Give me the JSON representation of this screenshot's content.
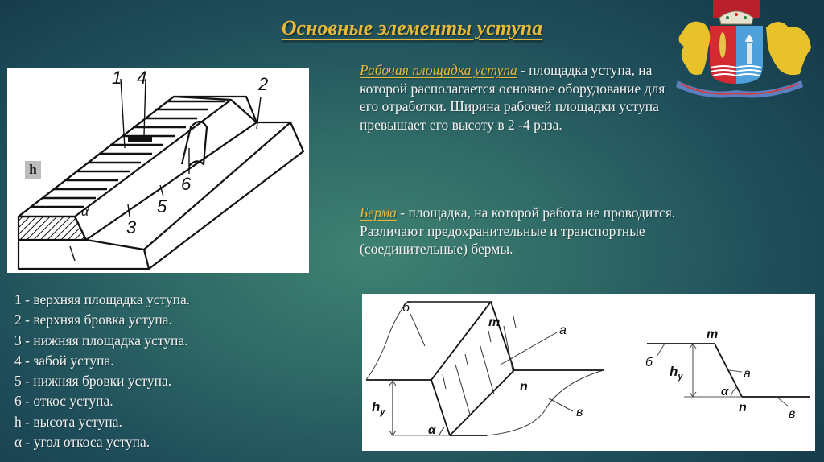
{
  "slide": {
    "title": "Основные элементы уступа",
    "colors": {
      "title": "#e6b93a",
      "term": "#e6b93a",
      "text": "#f2f2f2",
      "background_center": "#3f8272",
      "background_edge": "#163b4b"
    }
  },
  "emblem": {
    "icon": "coat-of-arms-icon",
    "description": "Coat of arms with lion, eagle, red and blue shield, torch, crown"
  },
  "definitions": [
    {
      "term": "Рабочая площадка уступа",
      "text": " - площадка уступа, на которой располагается основное оборудование для его отработки. Ширина рабочей площадки уступа превышает его высоту в 2 -4 раза."
    },
    {
      "term": "Берма",
      "text": " - площадка, на которой работа не проводится. Различают предохранительные и транспортные (соединительные) бермы."
    }
  ],
  "diagram_bench_3d": {
    "h_badge": "h",
    "labels": {
      "n1": "1",
      "n2": "2",
      "n3": "3",
      "n4": "4",
      "n5": "5",
      "n6": "6",
      "alpha": "α"
    }
  },
  "diagram_slope": {
    "perspective_labels": {
      "b": "б",
      "m": "m",
      "a": "a",
      "n": "n",
      "v": "в",
      "h": "h",
      "h_sub": "у",
      "alpha": "α"
    },
    "profile_labels": {
      "m": "m",
      "b": "б",
      "h": "h",
      "h_sub": "у",
      "a": "a",
      "alpha": "α",
      "n": "n",
      "v": "в"
    }
  },
  "legend": [
    "1 - верхняя площадка уступа.",
    "2 - верхняя бровка уступа.",
    "3 - нижняя площадка уступа.",
    "4 - забой уступа.",
    "5 - нижняя бровки уступа.",
    "6 - откос уступа.",
    "h - высота уступа.",
    "α - угол откоса уступа."
  ]
}
